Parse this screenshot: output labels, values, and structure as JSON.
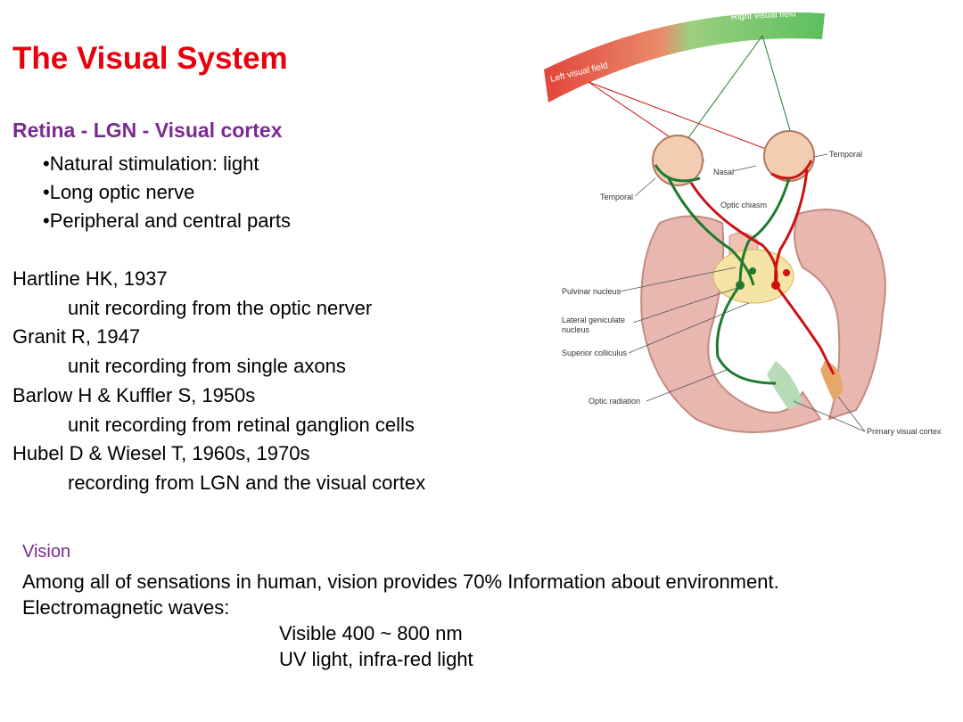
{
  "title": "The Visual System",
  "subtitle": "Retina - LGN - Visual cortex",
  "bullets": [
    "Natural stimulation: light",
    "Long optic nerve",
    "Peripheral and central parts"
  ],
  "references": [
    {
      "author": "Hartline HK, 1937",
      "detail": "unit recording from  the optic nerver"
    },
    {
      "author": "Granit R, 1947",
      "detail": "unit recording from single axons"
    },
    {
      "author": "Barlow H & Kuffler S, 1950s",
      "detail": "unit recording from retinal ganglion cells"
    },
    {
      "author": "Hubel D & Wiesel T, 1960s, 1970s",
      "detail": "recording from LGN and the visual cortex"
    }
  ],
  "vision": {
    "heading": "Vision",
    "line1": "Among all of sensations in human, vision provides 70% Information about environment.",
    "line2": "Electromagnetic waves:",
    "line3": "Visible 400 ~ 800 nm",
    "line4": "UV light, infra-red light"
  },
  "diagram": {
    "left_field": "Left visual field",
    "right_field": "Right visual field",
    "nasal": "Nasal",
    "temporal_left": "Temporal",
    "temporal_right": "Temporal",
    "optic_chiasm": "Optic chiasm",
    "pulvinar": "Pulvinar nucleus",
    "lgn_line1": "Lateral geniculate",
    "lgn_line2": "nucleus",
    "superior_colliculus": "Superior colliculus",
    "optic_radiation": "Optic radiation",
    "primary_visual_cortex": "Primary visual cortex",
    "colors": {
      "left_pathway": "#cc1111",
      "right_pathway": "#1e7a2e",
      "brain": "#e8b7b0"
    }
  }
}
